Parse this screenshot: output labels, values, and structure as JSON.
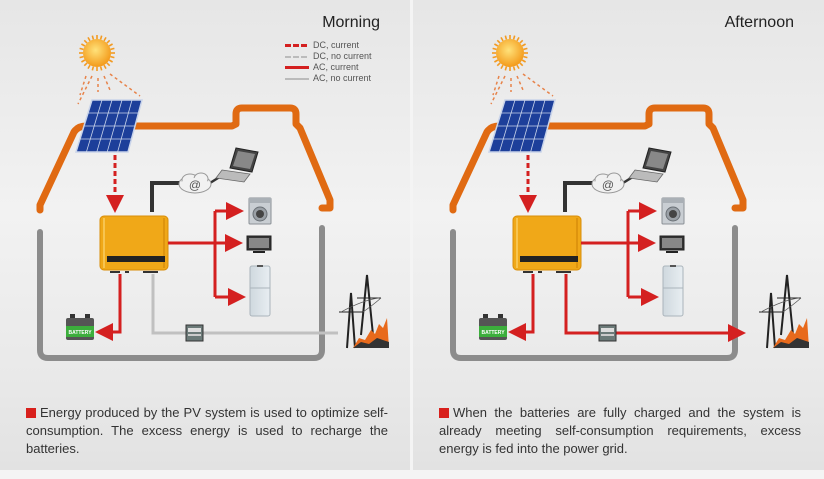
{
  "colors": {
    "roof": "#e06a12",
    "wall": "#8c8c8c",
    "dc_current": "#d42020",
    "ac_current": "#d42020",
    "no_current": "#c0c0c0",
    "inverter": "#f0a818",
    "bullet": "#d8201c"
  },
  "legend": {
    "items": [
      {
        "label": "DC, current",
        "style": "dc-current"
      },
      {
        "label": "DC, no current",
        "style": "dc-no-current"
      },
      {
        "label": "AC, current",
        "style": "ac-current"
      },
      {
        "label": "AC, no current",
        "style": "ac-no-current"
      }
    ]
  },
  "panels": [
    {
      "title": "Morning",
      "caption": "Energy produced by the PV system is used to optimize self-consumption. The excess energy is used to recharge the batteries.",
      "grid_line_state": "no-current",
      "battery_line_state": "current"
    },
    {
      "title": "Afternoon",
      "caption": "When the batteries are fully charged and the system is already meeting self-consumption requirements, excess energy is fed into the power grid.",
      "grid_line_state": "current",
      "battery_line_state": "current"
    }
  ],
  "icons": {
    "battery_label": "BATTERY",
    "internet_symbol": "@"
  }
}
